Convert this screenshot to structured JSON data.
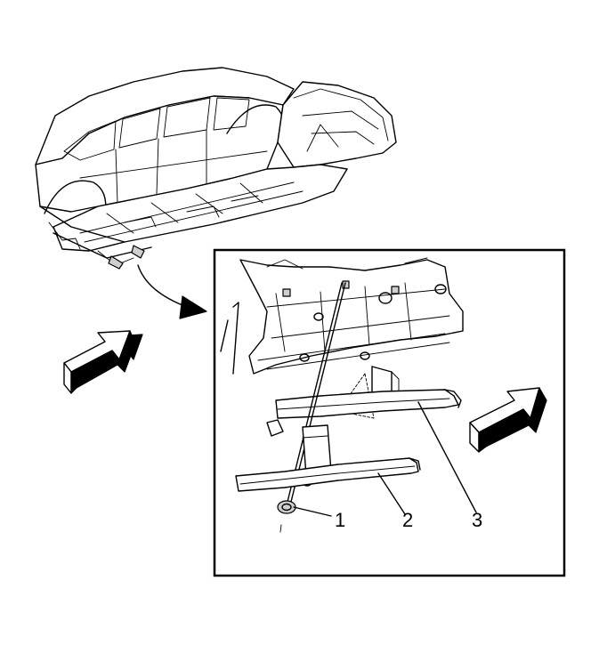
{
  "callouts": [
    {
      "id": "1"
    },
    {
      "id": "2"
    },
    {
      "id": "3"
    }
  ],
  "colors": {
    "line": "#000000",
    "background": "#ffffff",
    "shade": "#cfcfcf"
  }
}
